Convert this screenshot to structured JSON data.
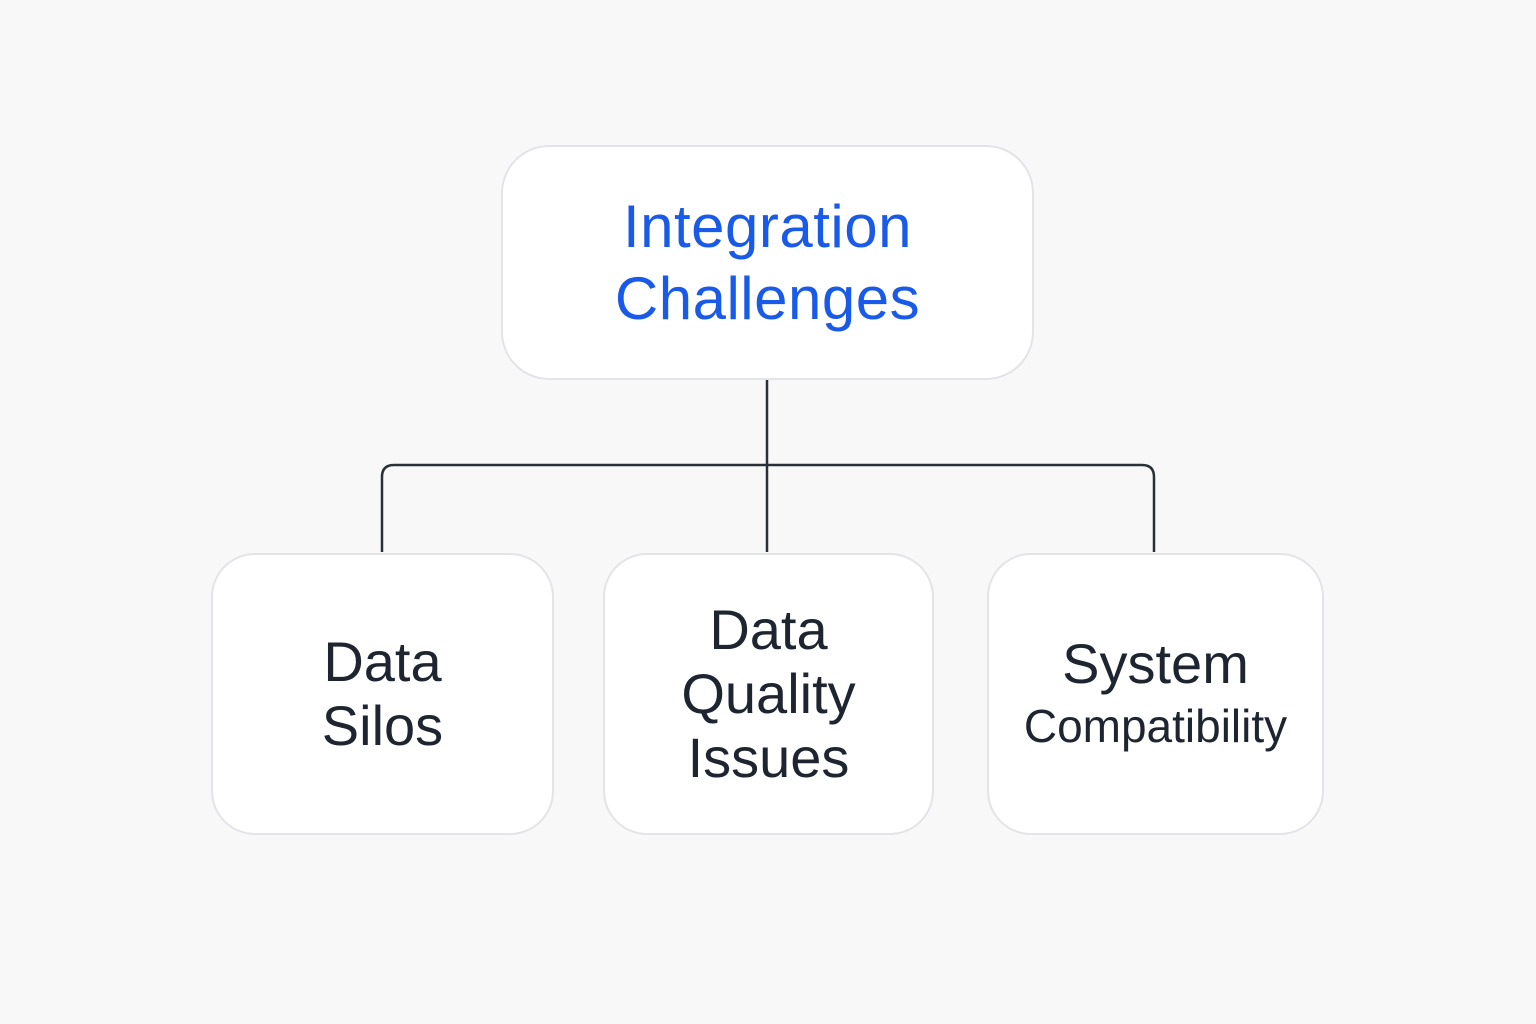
{
  "colors": {
    "accent": "#1a5ae8",
    "text": "#1f2530",
    "connector": "#2a2f38",
    "node_border": "#e3e4e7",
    "node_fill": "#ffffff",
    "background": "#f8f8f9"
  },
  "diagram": {
    "type": "tree",
    "root": {
      "lines": [
        "Integration",
        "Challenges"
      ]
    },
    "children": [
      {
        "lines": [
          "Data",
          "Silos"
        ]
      },
      {
        "lines": [
          "Data",
          "Quality",
          "Issues"
        ]
      },
      {
        "lines": [
          "System",
          "Compatibility"
        ]
      }
    ]
  }
}
